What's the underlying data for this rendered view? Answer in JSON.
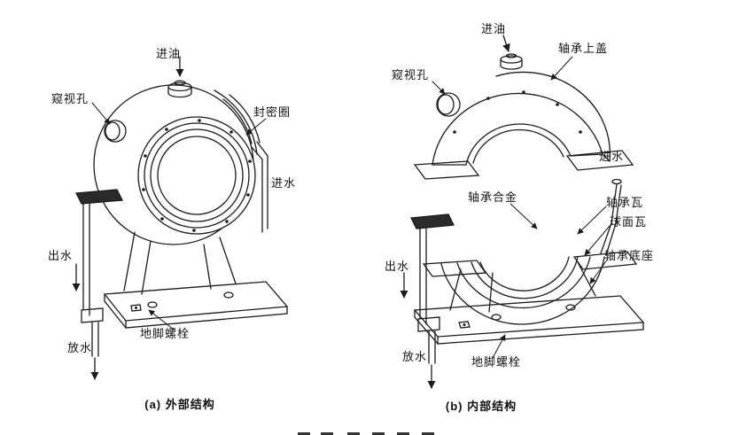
{
  "diagram": {
    "background": "#ffffff",
    "line_color": "#1b1b1b",
    "panel_a": {
      "caption": "(a) 外部结构",
      "labels": {
        "oil_inlet": "进油",
        "sight_hole": "窥视孔",
        "seal_ring": "封密圈",
        "water_inlet": "进水",
        "water_outlet": "出水",
        "drain": "放水",
        "anchor_bolt": "地脚螺栓"
      }
    },
    "panel_b": {
      "caption": "(b) 内部结构",
      "labels": {
        "oil_inlet": "进油",
        "bearing_cap": "轴承上盖",
        "sight_hole": "窥视孔",
        "water_inlet": "进水",
        "bearing_alloy": "轴承合金",
        "bearing_bush": "轴承瓦",
        "spherical_bush": "球面瓦",
        "bearing_base": "轴承底座",
        "water_outlet": "出水",
        "drain": "放水",
        "anchor_bolt": "地脚螺栓"
      }
    }
  }
}
